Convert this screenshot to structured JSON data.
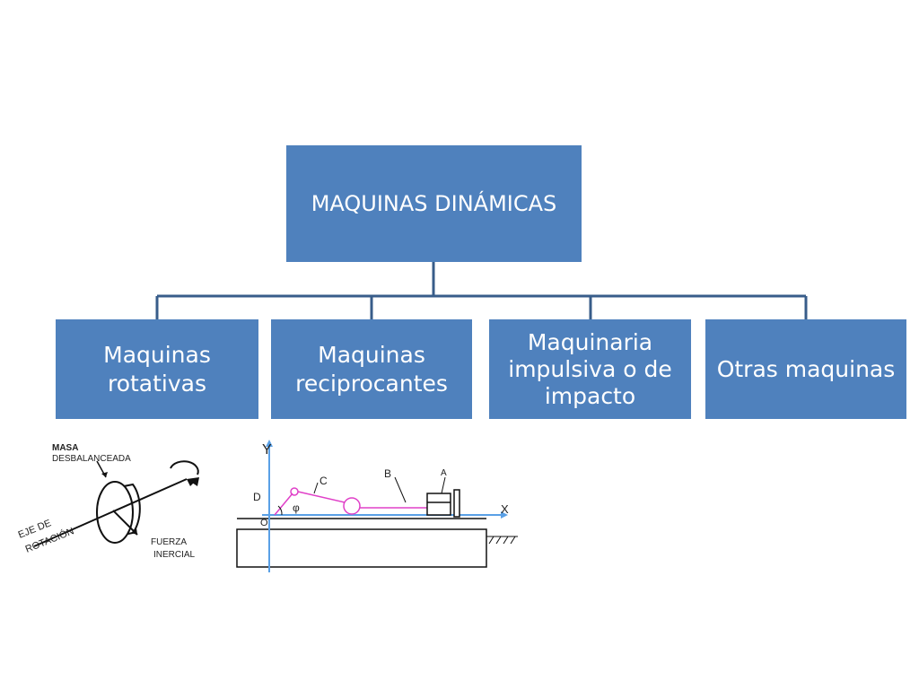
{
  "root": {
    "label": "MAQUINAS DINÁMICAS"
  },
  "children": [
    {
      "label": "Maquinas rotativas"
    },
    {
      "label": "Maquinas reciprocantes"
    },
    {
      "label": "Maquinaria impulsiva o de impacto"
    },
    {
      "label": "Otras maquinas"
    }
  ],
  "rotary_figure": {
    "mass_label_1": "MASA",
    "mass_label_2": "DESBALANCEADA",
    "axis_label_1": "EJE DE",
    "axis_label_2": "ROTACIÓN",
    "force_label_1": "FUERZA",
    "force_label_2": "INERCIAL"
  },
  "reciprocating_figure": {
    "y_label": "Y",
    "x_label": "X",
    "origin_label": "O",
    "d_label": "D",
    "c_label": "C",
    "b_label": "B",
    "a_label": "A",
    "angle_label": "φ"
  },
  "colors": {
    "box": "#4f81bd",
    "connector": "#385d8a",
    "link": "#e040c8",
    "axis": "#5aa0e6"
  }
}
